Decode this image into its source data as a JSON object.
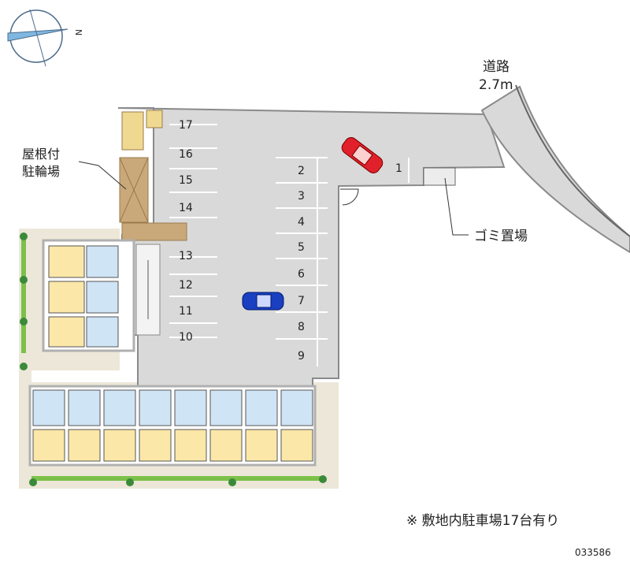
{
  "labels": {
    "road_name": "道路",
    "road_width": "2.7m",
    "bike_shed_line1": "屋根付",
    "bike_shed_line2": "駐輪場",
    "garbage": "ゴミ置場",
    "note": "※ 敷地内駐車場17台有り",
    "property_code": "033586"
  },
  "compass": {
    "north_marker": "N"
  },
  "parking_spots": [
    "1",
    "2",
    "3",
    "4",
    "5",
    "6",
    "7",
    "8",
    "9",
    "10",
    "11",
    "12",
    "13",
    "14",
    "15",
    "16",
    "17"
  ],
  "cars": [
    {
      "name": "red-car",
      "color": "#e0202a",
      "spot": "1"
    },
    {
      "name": "blue-car",
      "color": "#1a3fc0",
      "spot": "7"
    }
  ],
  "colors": {
    "lot": "#d9d9d9",
    "lot_border": "#8a8a8a",
    "building_wall": "#b0b0b0",
    "room_floor": "#fbe7a8",
    "bath": "#cfe4f5",
    "tree": "#3a8a3a",
    "hedge": "#7cc04a",
    "site_edge": "#ece7d8"
  }
}
